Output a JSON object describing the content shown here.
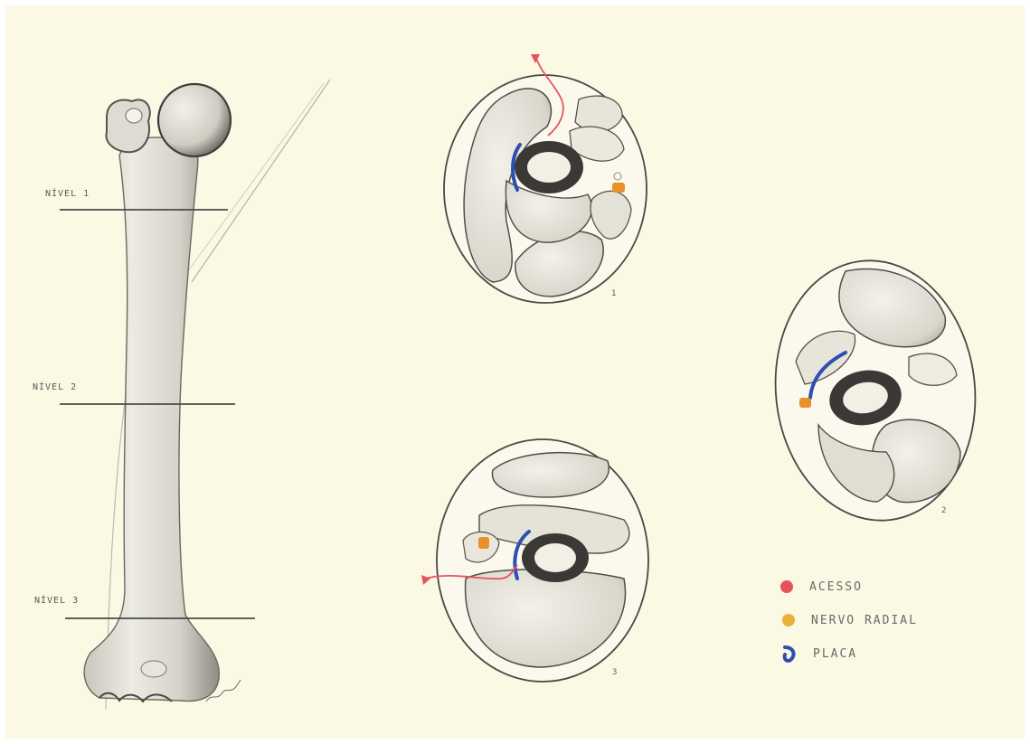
{
  "humerus": {
    "levels": [
      {
        "label": "NÍVEL 1"
      },
      {
        "label": "NÍVEL 2"
      },
      {
        "label": "NÍVEL 3"
      }
    ]
  },
  "sections": [
    {
      "number": "1"
    },
    {
      "number": "2"
    },
    {
      "number": "3"
    }
  ],
  "legend": {
    "items": [
      {
        "label": "ACESSO",
        "color": "#e8525a"
      },
      {
        "label": "NERVO RADIAL",
        "color": "#e8b23a"
      },
      {
        "label": "PLACA",
        "color": "#2f4fb0"
      }
    ]
  },
  "colors": {
    "paper": "#fbf8e4",
    "access": "#e8525a",
    "nerve": "#e8902a",
    "plate": "#2f4fb0"
  }
}
